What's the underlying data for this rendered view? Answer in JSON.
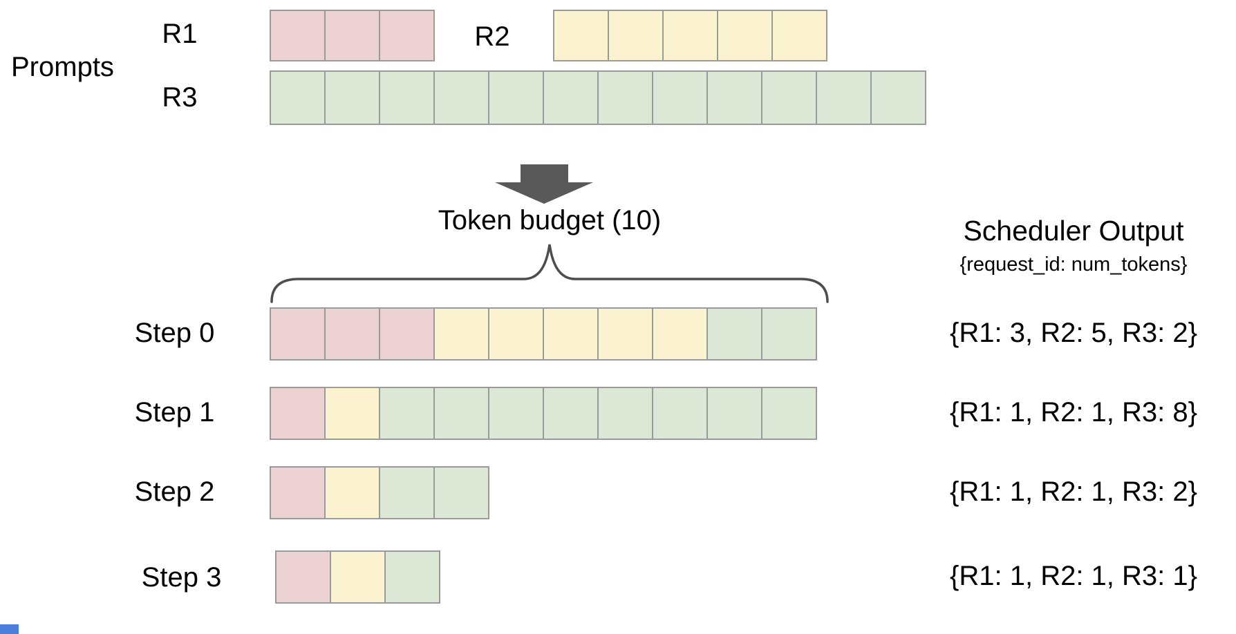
{
  "colors": {
    "r1": "#ecd2d3",
    "r2": "#fbf2cf",
    "r3": "#dce8d5",
    "cell_border": "#9a9a9a",
    "arrow": "#595959",
    "brace": "#4d4d4d",
    "text": "#000000",
    "corner_artifact": "#4b7fdb"
  },
  "prompts_section": {
    "label": "Prompts",
    "rows": [
      {
        "id": "R1",
        "label": "R1",
        "num_tokens": 3,
        "segments": [
          [
            "r1",
            3
          ]
        ]
      },
      {
        "id": "R2",
        "label": "R2",
        "num_tokens": 5,
        "segments": [
          [
            "r2",
            5
          ]
        ]
      },
      {
        "id": "R3",
        "label": "R3",
        "num_tokens": 12,
        "segments": [
          [
            "r3",
            12
          ]
        ]
      }
    ]
  },
  "token_budget": {
    "label": "Token budget (10)",
    "value": 10
  },
  "scheduler": {
    "title": "Scheduler Output",
    "subtitle": "{request_id: num_tokens}"
  },
  "steps": [
    {
      "label": "Step 0",
      "segments": [
        [
          "r1",
          3
        ],
        [
          "r2",
          5
        ],
        [
          "r3",
          2
        ]
      ],
      "allocation": {
        "R1": 3,
        "R2": 5,
        "R3": 2
      },
      "output": "{R1: 3, R2: 5, R3: 2}"
    },
    {
      "label": "Step 1",
      "segments": [
        [
          "r1",
          1
        ],
        [
          "r2",
          1
        ],
        [
          "r3",
          8
        ]
      ],
      "allocation": {
        "R1": 1,
        "R2": 1,
        "R3": 8
      },
      "output": "{R1: 1, R2: 1, R3: 8}"
    },
    {
      "label": "Step 2",
      "segments": [
        [
          "r1",
          1
        ],
        [
          "r2",
          1
        ],
        [
          "r3",
          2
        ]
      ],
      "allocation": {
        "R1": 1,
        "R2": 1,
        "R3": 2
      },
      "output": "{R1: 1, R2: 1, R3: 2}"
    },
    {
      "label": "Step 3",
      "segments": [
        [
          "r1",
          1
        ],
        [
          "r2",
          1
        ],
        [
          "r3",
          1
        ]
      ],
      "allocation": {
        "R1": 1,
        "R2": 1,
        "R3": 1
      },
      "output": "{R1: 1, R2: 1, R3: 1}"
    }
  ]
}
